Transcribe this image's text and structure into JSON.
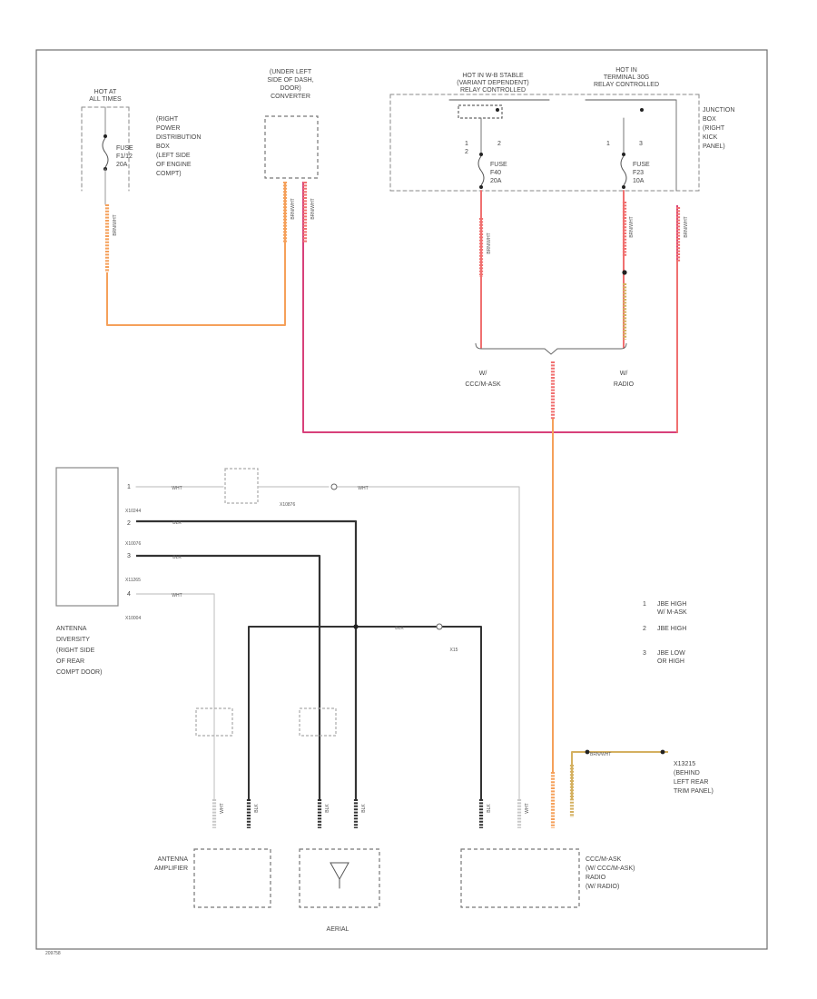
{
  "labels": {
    "hot_at_all_times": [
      "HOT AT",
      "ALL TIMES"
    ],
    "right_power_dist": [
      "(RIGHT",
      "POWER",
      "DISTRIBUTION",
      "BOX",
      "(LEFT SIDE",
      "OF ENGINE",
      "COMPT)"
    ],
    "fuse_f1": [
      "FUSE",
      "F1/12",
      "20A"
    ],
    "under_left_dash": [
      "(UNDER LEFT",
      "SIDE OF DASH,",
      "DOOR)",
      "CONVERTER"
    ],
    "hot_in_b_stable": [
      "HOT IN W-B STABLE",
      "(VARIANT DEPENDENT)",
      "RELAY CONTROLLED"
    ],
    "hot_in_terminal": [
      "HOT IN",
      "TERMINAL 30G",
      "RELAY CONTROLLED"
    ],
    "junction_box": [
      "JUNCTION",
      "BOX",
      "(RIGHT",
      "KICK",
      "PANEL)"
    ],
    "fuse_f40": [
      "FUSE",
      "F40",
      "20A"
    ],
    "fuse_f23": [
      "FUSE",
      "F23",
      "10A"
    ],
    "fuse_pins_left": [
      "1",
      "2"
    ],
    "fuse_pins_right": [
      "1",
      "3"
    ],
    "ccc_label": [
      "W/",
      "CCC/M-ASK"
    ],
    "radio_label": [
      "W/",
      "RADIO"
    ],
    "antenna_diversity": [
      "ANTENNA",
      "DIVERSITY",
      "(RIGHT SIDE",
      "OF REAR",
      "COMPT DOOR)"
    ],
    "legend": [
      {
        "num": "1",
        "text": [
          "JBE HIGH",
          "W/ M-ASK"
        ]
      },
      {
        "num": "2",
        "text": [
          "JBE HIGH"
        ]
      },
      {
        "num": "3",
        "text": [
          "JBE LOW",
          "OR HIGH"
        ]
      }
    ],
    "ground_label": [
      "X13215",
      "(BEHIND",
      "LEFT REAR",
      "TRIM PANEL)"
    ],
    "antenna_amplifier": [
      "ANTENNA",
      "AMPLIFIER"
    ],
    "aerial": "AERIAL",
    "ccc_bottom": [
      "CCC/M-ASK",
      "(W/ CCC/M-ASK)",
      "RADIO",
      "(W/ RADIO)"
    ],
    "wire_wht": "WHT",
    "wire_blk": "BLK",
    "wire_brn": "BRN/WHT",
    "conn_x10244": "X10244",
    "conn_x10076": "X10076",
    "conn_x11265": "X11265",
    "conn_x10004": "X10004",
    "conn_x10876": "X10876",
    "conn_x15": "X15",
    "footer_code": "209758"
  },
  "colors": {
    "frame": "#6e6e6e",
    "orange_wire": "#f5a05a",
    "red_wire": "#f07070",
    "pink_wire": "#d8407a",
    "dark_wire": "#333333",
    "light_wire": "#c8c8c8",
    "tan_wire": "#d4b060"
  }
}
